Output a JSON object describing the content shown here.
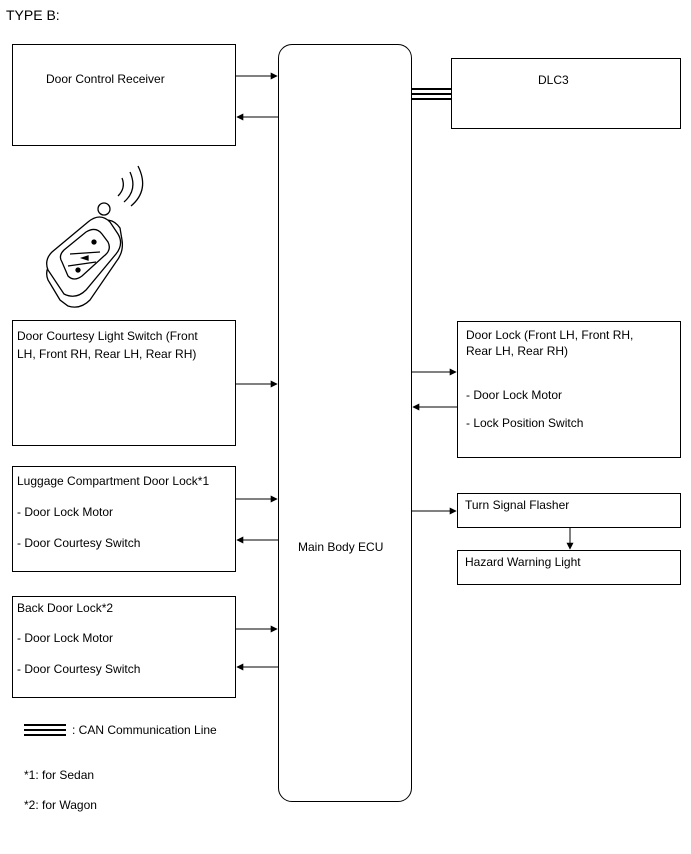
{
  "title": "TYPE B:",
  "ecu": {
    "label": "Main Body ECU"
  },
  "left": {
    "door_control_receiver": {
      "label": "Door Control Receiver"
    },
    "courtesy_switch": {
      "line1": "Door Courtesy Light Switch (Front",
      "line2": "LH, Front RH, Rear LH, Rear RH)"
    },
    "luggage_lock": {
      "title": "Luggage Compartment Door Lock*1",
      "item1": "- Door Lock Motor",
      "item2": "- Door Courtesy Switch"
    },
    "back_door_lock": {
      "title": "Back Door Lock*2",
      "item1": "- Door Lock Motor",
      "item2": "- Door Courtesy Switch"
    }
  },
  "right": {
    "dlc3": {
      "label": "DLC3"
    },
    "door_lock": {
      "line1": "Door Lock (Front LH, Front RH,",
      "line2": "Rear LH, Rear RH)",
      "item1": "- Door Lock Motor",
      "item2": "- Lock Position Switch"
    },
    "turn_signal": {
      "label": "Turn Signal Flasher"
    },
    "hazard": {
      "label": "Hazard Warning Light"
    }
  },
  "legend": {
    "can_line": ": CAN Communication Line"
  },
  "notes": {
    "note1": "*1: for Sedan",
    "note2": "*2: for Wagon"
  }
}
